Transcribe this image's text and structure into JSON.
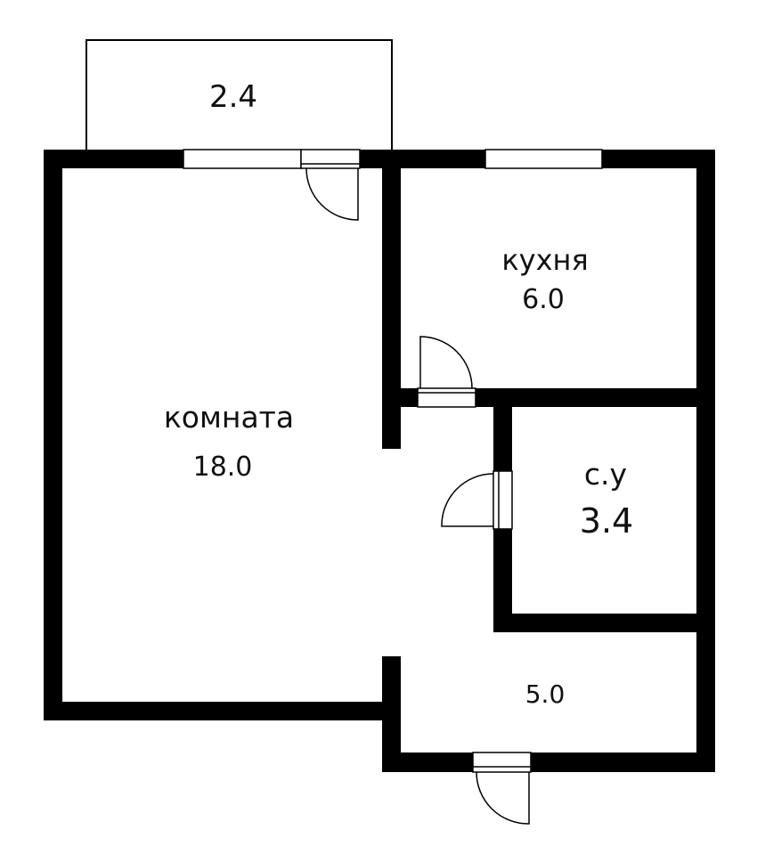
{
  "floorplan": {
    "colors": {
      "wall": "#000000",
      "background": "#ffffff",
      "text": "#111111"
    },
    "rooms": [
      {
        "id": "balcony",
        "name": "",
        "area": "2.4"
      },
      {
        "id": "living",
        "name": "комната",
        "area": "18.0"
      },
      {
        "id": "kitchen",
        "name": "кухня",
        "area": "6.0"
      },
      {
        "id": "bathroom",
        "name": "с.у",
        "area": "3.4"
      },
      {
        "id": "hall",
        "name": "",
        "area": "5.0"
      }
    ]
  }
}
